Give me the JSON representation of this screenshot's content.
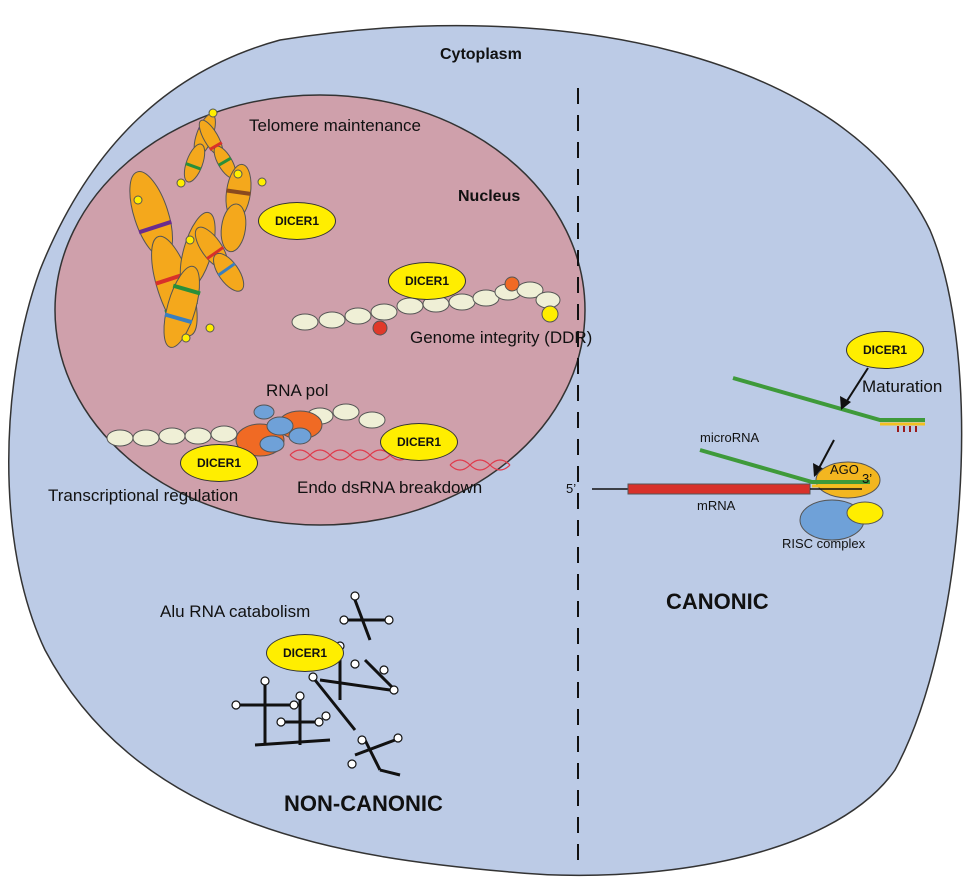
{
  "labels": {
    "cytoplasm": "Cytoplasm",
    "nucleus": "Nucleus",
    "telomere": "Telomere maintenance",
    "genome_integrity": "Genome integrity (DDR)",
    "rna_pol": "RNA pol",
    "transcriptional": "Transcriptional regulation",
    "endo_dsrna": "Endo dsRNA breakdown",
    "alu": "Alu RNA catabolism",
    "non_canonic": "NON-CANONIC",
    "canonic": "CANONIC",
    "maturation": "Maturation",
    "microrna": "microRNA",
    "mrna": "mRNA",
    "five_prime": "5’",
    "three_prime": "3’",
    "ago": "AGO",
    "risc": "RISC complex"
  },
  "dicer_label": "DICER1",
  "colors": {
    "cytoplasm": "#bccbe6",
    "nucleus": "#cfa0ab",
    "dicer": "#ffee00",
    "chromosome": "#f4a81c",
    "mrna": "#d8312a",
    "microrna": "#3e9a3a",
    "dsrna": "#e0394a",
    "ago": "#f3b620",
    "risc": "#6fa1d8"
  }
}
